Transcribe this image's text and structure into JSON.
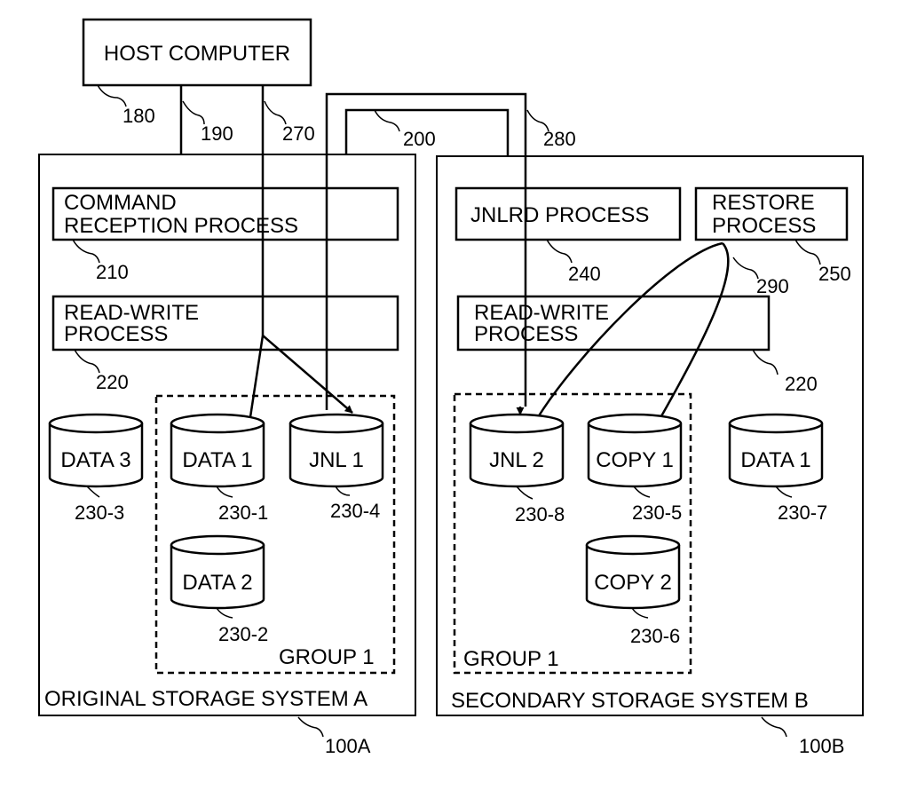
{
  "host": {
    "label": "HOST COMPUTER",
    "ref": "180"
  },
  "links": {
    "cmd": "190",
    "write": "270",
    "remote": "200",
    "read": "280",
    "restore": "290"
  },
  "systemA": {
    "label": "ORIGINAL STORAGE SYSTEM A",
    "ref": "100A",
    "cmd_line1": "COMMAND",
    "cmd_line2": "RECEPTION PROCESS",
    "cmd_ref": "210",
    "rw_line1": "READ-WRITE",
    "rw_line2": "PROCESS",
    "rw_ref": "220",
    "group": "GROUP 1",
    "volumes": {
      "data3": {
        "label": "DATA 3",
        "ref": "230-3"
      },
      "data1": {
        "label": "DATA 1",
        "ref": "230-1"
      },
      "jnl1": {
        "label": "JNL 1",
        "ref": "230-4"
      },
      "data2": {
        "label": "DATA 2",
        "ref": "230-2"
      }
    }
  },
  "systemB": {
    "label": "SECONDARY STORAGE SYSTEM B",
    "ref": "100B",
    "jnlrd": "JNLRD PROCESS",
    "jnlrd_ref": "240",
    "restore_line1": "RESTORE",
    "restore_line2": "PROCESS",
    "restore_ref": "250",
    "rw_line1": "READ-WRITE",
    "rw_line2": "PROCESS",
    "rw_ref": "220",
    "group": "GROUP 1",
    "volumes": {
      "jnl2": {
        "label": "JNL 2",
        "ref": "230-8"
      },
      "copy1": {
        "label": "COPY 1",
        "ref": "230-5"
      },
      "data1": {
        "label": "DATA 1",
        "ref": "230-7"
      },
      "copy2": {
        "label": "COPY 2",
        "ref": "230-6"
      }
    }
  }
}
